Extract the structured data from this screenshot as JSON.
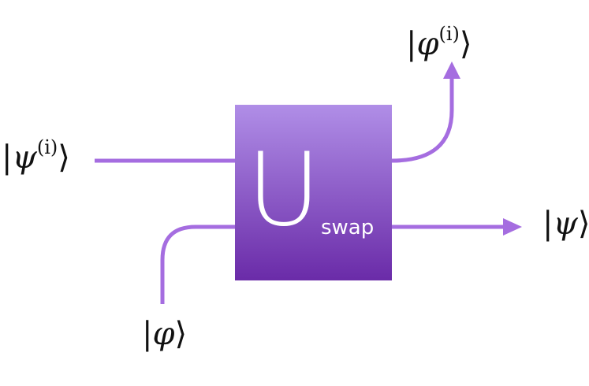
{
  "diagram": {
    "gate": {
      "letter": "U",
      "subscript": "swap",
      "gradient_top": "#b08ee7",
      "gradient_bottom": "#6a2ba8"
    },
    "wire_color": "#a56de0",
    "inputs": {
      "top": {
        "ket_symbol": "ψ",
        "superscript": "(i)"
      },
      "bottom": {
        "ket_symbol": "φ"
      }
    },
    "outputs": {
      "top": {
        "ket_symbol": "φ",
        "superscript": "(i)"
      },
      "right": {
        "ket_symbol": "ψ"
      }
    }
  }
}
